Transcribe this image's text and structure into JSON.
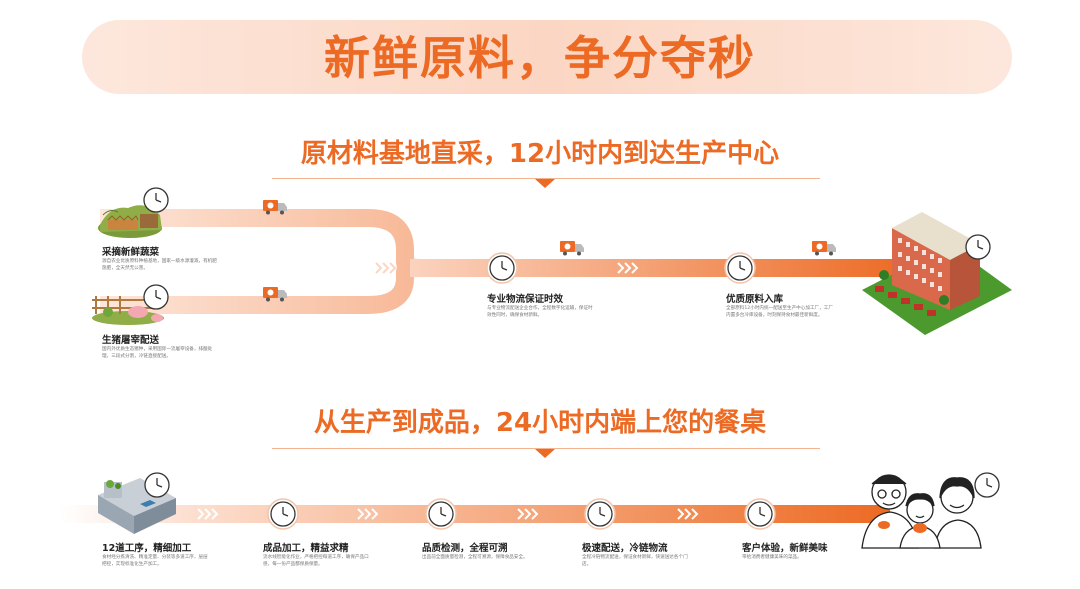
{
  "header": {
    "title": "新鲜原料，争分夺秒"
  },
  "section1": {
    "title": "原材料基地直采，12小时内到达生产中心",
    "steps": [
      {
        "title": "采摘新鲜蔬菜",
        "desc": "源自农业优质原料种植基地，国家一级水源灌溉，有机肥施肥，全天然无公害。"
      },
      {
        "title": "生猪屠宰配送",
        "desc": "国内外优质生态猪种，采用国际一流屠宰设备，排酸处理，三段式分割，冷链直接配送。"
      },
      {
        "title": "专业物流保证时效",
        "desc": "与专业物流配送企业合作，全程数字化运输，保证时效性同时，确保食材新鲜。"
      },
      {
        "title": "优质原料入库",
        "desc": "全部原料12小时内统一配送至生产中心加工厂，工厂内置多台冷库设备，时刻保持食材最佳新鲜度。"
      }
    ]
  },
  "section2": {
    "title": "从生产到成品，24小时内端上您的餐桌",
    "steps": [
      {
        "title": "12道工序，精细加工",
        "desc": "食材经分拣清洗、精准定量、分装等多道工序，层层把控，实现标准化生产加工。"
      },
      {
        "title": "成品加工，精益求精",
        "desc": "流水线智能化作业，严格把控每道工序，确保产品口感，每一份产品都保质保量。"
      },
      {
        "title": "品质检测，全程可溯",
        "desc": "出品前全面质量检测，全程可溯源，保障食品安全。"
      },
      {
        "title": "极速配送，冷链物流",
        "desc": "全程冷链物流配送，保证食材新鲜，快速送达各个门店。"
      },
      {
        "title": "客户体验，新鲜美味",
        "desc": "带给消费者健康美味的菜品。"
      }
    ]
  },
  "colors": {
    "accent": "#ec6a23",
    "light": "#fbd6c3",
    "banner": "#fde7dc"
  },
  "icons": [
    "clock-icon",
    "truck-icon",
    "vegetable-farm-icon",
    "pig-farm-icon",
    "factory-icon",
    "production-building-icon",
    "family-icon",
    "arrows-icon"
  ]
}
